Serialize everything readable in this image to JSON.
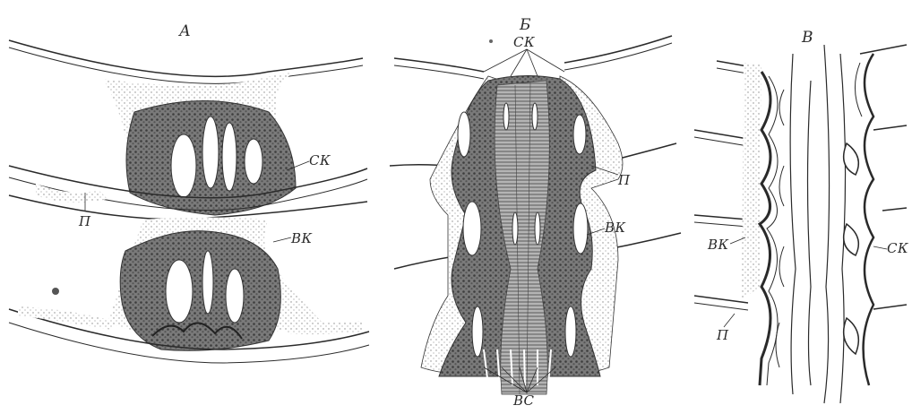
{
  "colors": {
    "ink": "#2a2a2a",
    "tissue": "#6a6a6a",
    "stipple": "#8a8a8a",
    "paper": "#ffffff"
  },
  "panels": [
    {
      "title": "А",
      "labels": {
        "ck": "СК",
        "vk": "ВК",
        "p": "П"
      }
    },
    {
      "title": "Б",
      "labels": {
        "ck": "СК",
        "vk": "ВК",
        "p": "П",
        "vs": "ВС"
      }
    },
    {
      "title": "В",
      "labels": {
        "vk": "ВК",
        "ck": "СК",
        "p": "П"
      }
    }
  ]
}
